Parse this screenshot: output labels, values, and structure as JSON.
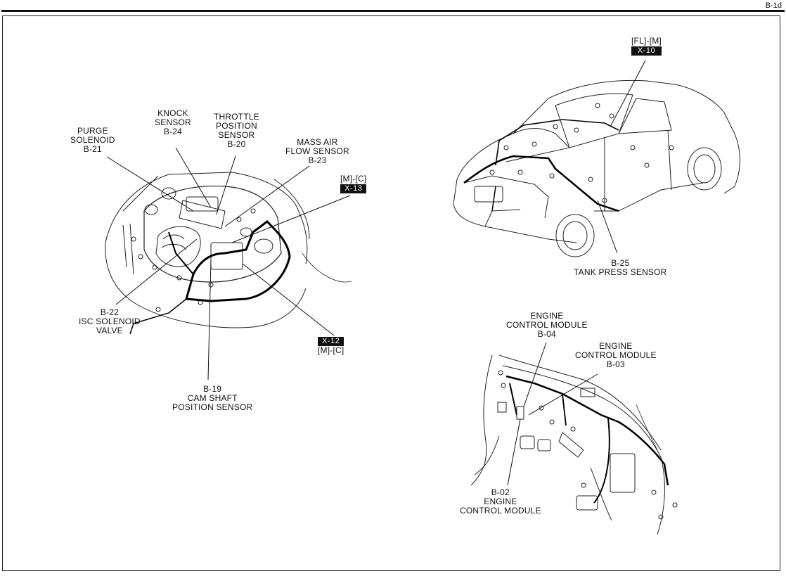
{
  "page_code": "B-1d",
  "labels": {
    "purge": {
      "line1": "PURGE",
      "line2": "SOLENOID",
      "code": "B-21"
    },
    "knock": {
      "line1": "KNOCK",
      "line2": "SENSOR",
      "code": "B-24"
    },
    "throttle": {
      "line1": "THROTTLE",
      "line2": "POSITION",
      "line3": "SENSOR",
      "code": "B-20"
    },
    "maf": {
      "line1": "MASS AIR",
      "line2": "FLOW SENSOR",
      "code": "B-23"
    },
    "x13": {
      "circuit": "[M]-[C]",
      "tag": "X-13"
    },
    "isc": {
      "code": "B-22",
      "line1": "ISC SOLENOID",
      "line2": "VALVE"
    },
    "x12": {
      "tag": "X-12",
      "circuit": "[M]-[C]"
    },
    "cam": {
      "code": "B-19",
      "line1": "CAM SHAFT",
      "line2": "POSITION SENSOR"
    },
    "x10": {
      "circuit": "[FL]-[M]",
      "tag": "X-10"
    },
    "tank": {
      "code": "B-25",
      "line1": "TANK PRESS SENSOR"
    },
    "ecm04": {
      "line1": "ENGINE",
      "line2": "CONTROL MODULE",
      "code": "B-04"
    },
    "ecm03": {
      "line1": "ENGINE",
      "line2": "CONTROL MODULE",
      "code": "B-03"
    },
    "ecm02": {
      "code": "B-02",
      "line1": "ENGINE",
      "line2": "CONTROL MODULE"
    }
  }
}
